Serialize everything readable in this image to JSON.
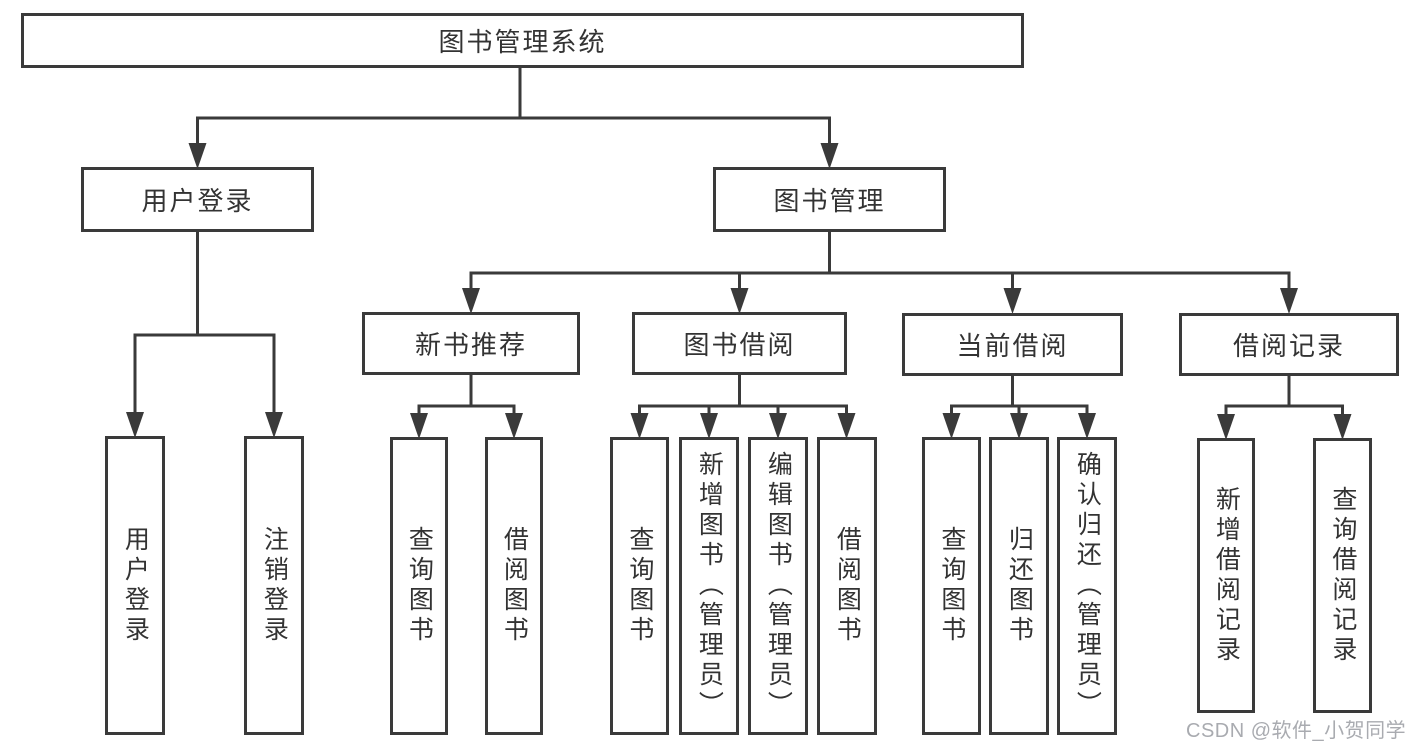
{
  "colors": {
    "line": "#3a3a3a",
    "text": "#333333",
    "background": "#ffffff",
    "watermark": "#a9abb0"
  },
  "tree": {
    "root": {
      "label": "图书管理系统"
    },
    "level2": [
      {
        "label": "用户登录"
      },
      {
        "label": "图书管理"
      }
    ],
    "level3": [
      {
        "label": "新书推荐"
      },
      {
        "label": "图书借阅"
      },
      {
        "label": "当前借阅"
      },
      {
        "label": "借阅记录"
      }
    ],
    "level4": {
      "user_login": [
        "用户登录",
        "注销登录"
      ],
      "new_book_recommend": [
        "查询图书",
        "借阅图书"
      ],
      "book_borrow": [
        "查询图书",
        "新增图书（管理员）",
        "编辑图书（管理员）",
        "借阅图书"
      ],
      "current_borrow": [
        "查询图书",
        "归还图书",
        "确认归还（管理员）"
      ],
      "borrow_records": [
        "新增借阅记录",
        "查询借阅记录"
      ]
    }
  },
  "watermark": {
    "text": "CSDN @软件_小贺同学"
  }
}
